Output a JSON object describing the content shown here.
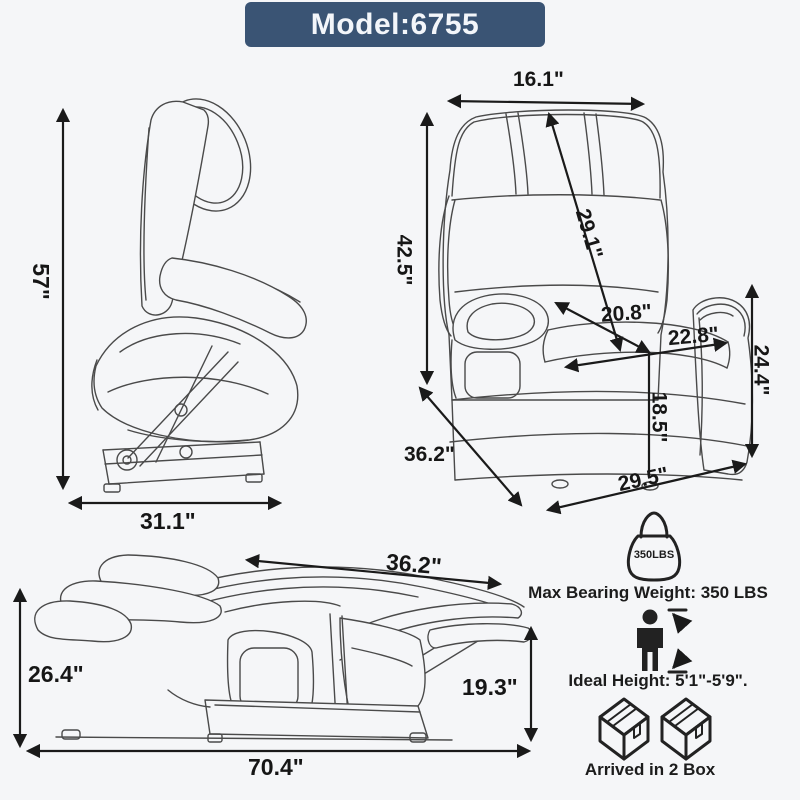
{
  "header": {
    "model": "Model:6755"
  },
  "side_view": {
    "height": "57\"",
    "base_width": "31.1\""
  },
  "front_view": {
    "backrest_width": "16.1\"",
    "overall_height": "42.5\"",
    "backrest_height": "29.1\"",
    "seat_depth": "20.8\"",
    "seat_width": "22.8\"",
    "seat_floor_height": "18.5\"",
    "armrest_height": "24.4\"",
    "overall_depth": "36.2\"",
    "overall_width": "29.5\""
  },
  "reclined_view": {
    "backrest_length": "36.2\"",
    "back_height": "26.4\"",
    "footrest_height": "19.3\"",
    "reclined_length": "70.4\""
  },
  "specs": {
    "weight_badge": "350LBS",
    "max_weight": "Max Bearing Weight: 350 LBS",
    "ideal_height": "Ideal Height: 5'1\"-5'9\".",
    "packaging": "Arrived in 2 Box"
  },
  "colors": {
    "background": "#f5f6f8",
    "banner_bg": "#3a5474",
    "line_art": "#4a4a4a",
    "dimension": "#1a1a1a"
  }
}
